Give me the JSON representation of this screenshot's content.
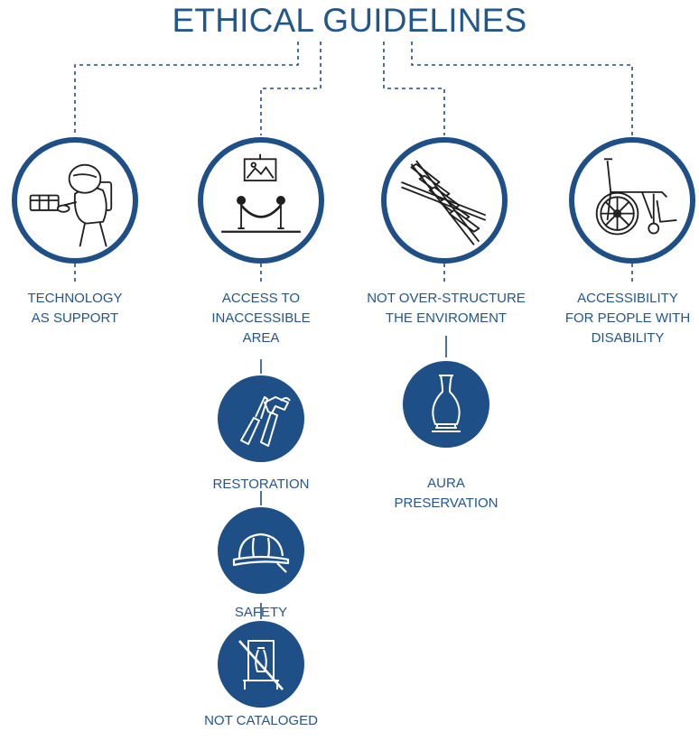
{
  "title": "ETHICAL GUIDELINES",
  "colors": {
    "primary": "#1e4f86",
    "text": "#22578c",
    "background": "#ffffff"
  },
  "principles": [
    {
      "label": "TECHNOLOGY\nAS SUPPORT",
      "icon": "robot-icon"
    },
    {
      "label": "ACCESS TO\nINACCESSIBLE\nAREA",
      "icon": "museum-rope-barrier-icon"
    },
    {
      "label": "NOT OVER-STRUCTURE\nTHE ENVIROMENT",
      "icon": "railway-tracks-icon"
    },
    {
      "label": "ACCESSIBILITY\nFOR PEOPLE WITH\nDISABILITY",
      "icon": "wheelchair-icon"
    }
  ],
  "sub_items": [
    {
      "label": "RESTORATION",
      "icon": "screwdriver-hammer-icon"
    },
    {
      "label": "SAFETY",
      "icon": "hard-hat-icon"
    },
    {
      "label": "NOT CATALOGED",
      "icon": "crossed-out-vase-icon"
    },
    {
      "label": "AURA\nPRESERVATION",
      "icon": "vase-icon"
    }
  ]
}
